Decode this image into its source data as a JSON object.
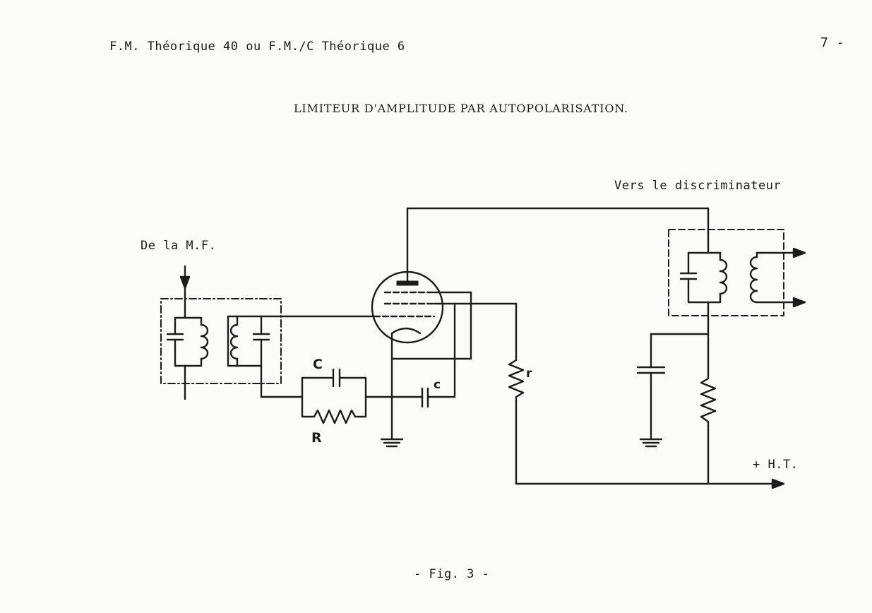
{
  "header": {
    "running_title": "F.M. Théorique 40  ou  F.M./C Théorique 6",
    "page_number": "7 -"
  },
  "diagram": {
    "title": "LIMITEUR D'AMPLITUDE PAR AUTOPOLARISATION.",
    "labels": {
      "output": "Vers le discriminateur",
      "input": "De la M.F.",
      "supply": "+ H.T."
    },
    "components": {
      "capacitor_C": "C",
      "resistor_R": "R",
      "capacitor_c": "c",
      "resistor_r": "r"
    }
  },
  "caption": "- Fig. 3 -"
}
